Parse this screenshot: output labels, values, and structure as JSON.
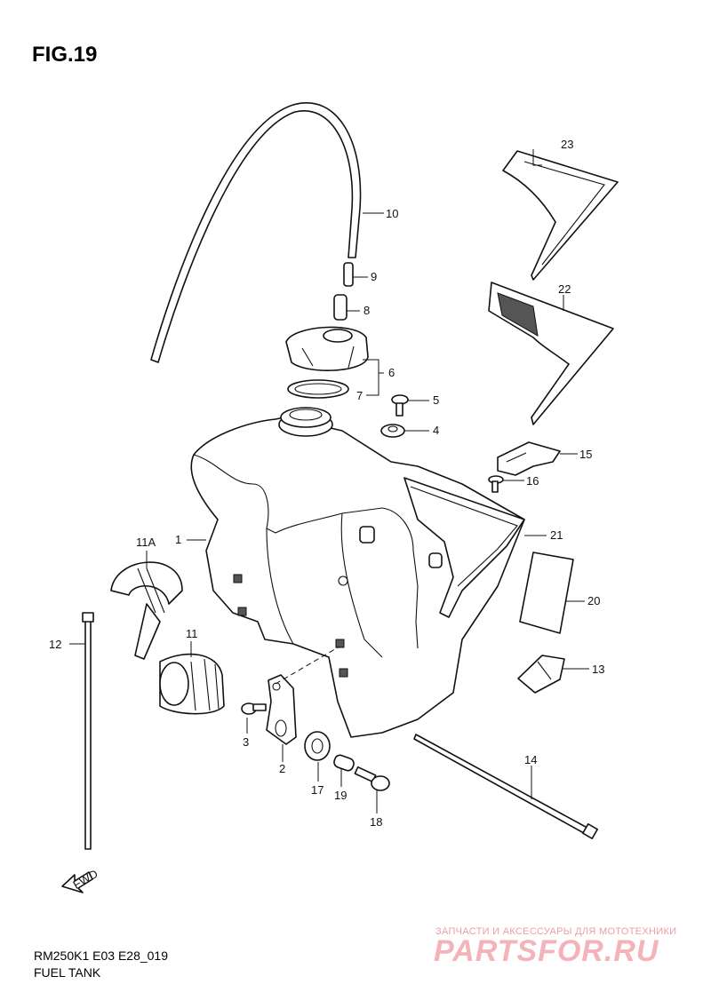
{
  "figure": {
    "title": "FIG.19"
  },
  "footer": {
    "code": "RM250K1 E03 E28_019",
    "name": "FUEL TANK"
  },
  "watermark": {
    "line1": "ЗАПЧАСТИ И АКСЕССУАРЫ ДЛЯ МОТОТЕХНИКИ",
    "line2": "PARTSFOR.RU"
  },
  "fwd": {
    "label": "FWD"
  },
  "parts": {
    "p1": "1",
    "p2": "2",
    "p3": "3",
    "p4": "4",
    "p5": "5",
    "p6": "6",
    "p7": "7",
    "p8": "8",
    "p9": "9",
    "p10": "10",
    "p11": "11",
    "p11a": "11A",
    "p12": "12",
    "p13": "13",
    "p14": "14",
    "p15": "15",
    "p16": "16",
    "p17": "17",
    "p18": "18",
    "p19": "19",
    "p20": "20",
    "p21": "21",
    "p22": "22",
    "p23": "23"
  }
}
